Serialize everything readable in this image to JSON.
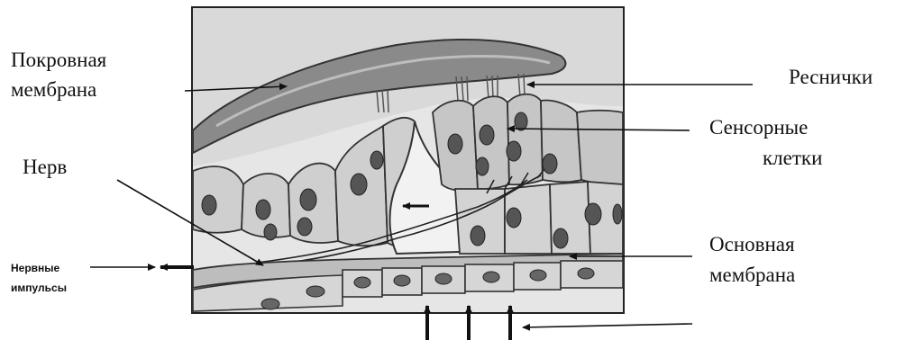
{
  "labels": {
    "tectorial_1": "Покровная",
    "tectorial_2": "мембрана",
    "cilia": "Реснички",
    "sensory_1": "Сенсорные",
    "sensory_2": "клетки",
    "nerve": "Нерв",
    "basilar_1": "Основная",
    "basilar_2": "мембрана",
    "impulses_1": "Нервные",
    "impulses_2": "импульсы"
  }
}
